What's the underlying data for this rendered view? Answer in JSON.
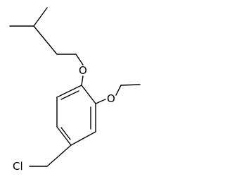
{
  "molecule": {
    "atom_labels": {
      "oxygen_top": "O",
      "oxygen_ethoxy": "O",
      "chlorine": "Cl"
    }
  }
}
